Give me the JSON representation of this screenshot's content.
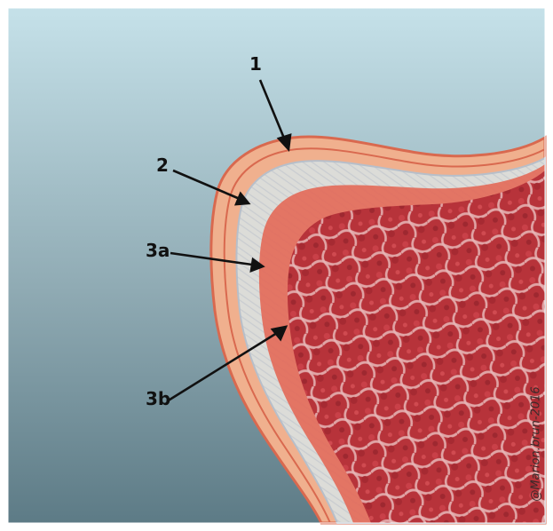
{
  "diagram": {
    "labels": {
      "label_1": "1",
      "label_2": "2",
      "label_3a": "3a",
      "label_3b": "3b"
    },
    "credit": "@Marion.brun-2016"
  },
  "colors": {
    "background_top": "#c5e1e9",
    "background_bottom": "#5d7b86",
    "epidermis": "#f0b08e",
    "epidermis_outline": "#d9694f",
    "dermis_fiber": "#dcdcd8",
    "dermis_edge": "#b7bfca",
    "muscle_sheath": "#e36b5a",
    "muscle_tissue": "#b7333a",
    "connective_mesh": "#e8b8b8",
    "arrow": "#111111"
  }
}
